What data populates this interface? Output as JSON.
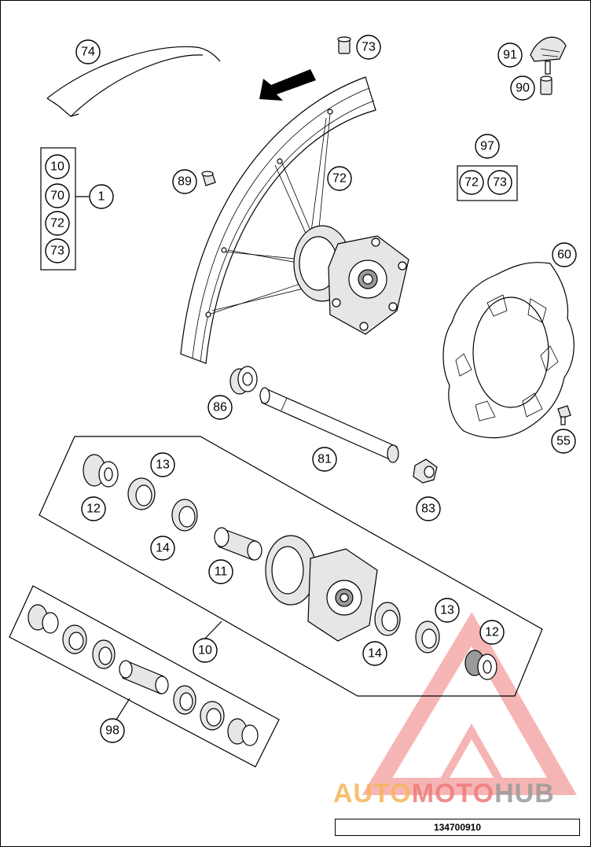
{
  "callouts": {
    "c74": "74",
    "c73top": "73",
    "c91": "91",
    "c90": "90",
    "c97": "97",
    "c97a": "72",
    "c97b": "73",
    "c10a": "10",
    "c70": "70",
    "c72a": "72",
    "c73a": "73",
    "c1": "1",
    "c89": "89",
    "c72": "72",
    "c60": "60",
    "c86": "86",
    "c81": "81",
    "c55": "55",
    "c83": "83",
    "c13a": "13",
    "c12a": "12",
    "c14a": "14",
    "c11": "11",
    "c13b": "13",
    "c12b": "12",
    "c14b": "14",
    "c10b": "10",
    "c98": "98"
  },
  "watermark": {
    "part1": "AUTO",
    "part2": "MOTO",
    "part3": "HUB",
    "color1": "#f5b45a",
    "color2": "#f07a7a",
    "color3": "#9a9a9a"
  },
  "footer": {
    "code": "134700910"
  },
  "icons": [
    "rotation-arrow-icon",
    "automotohub-logo-icon"
  ]
}
